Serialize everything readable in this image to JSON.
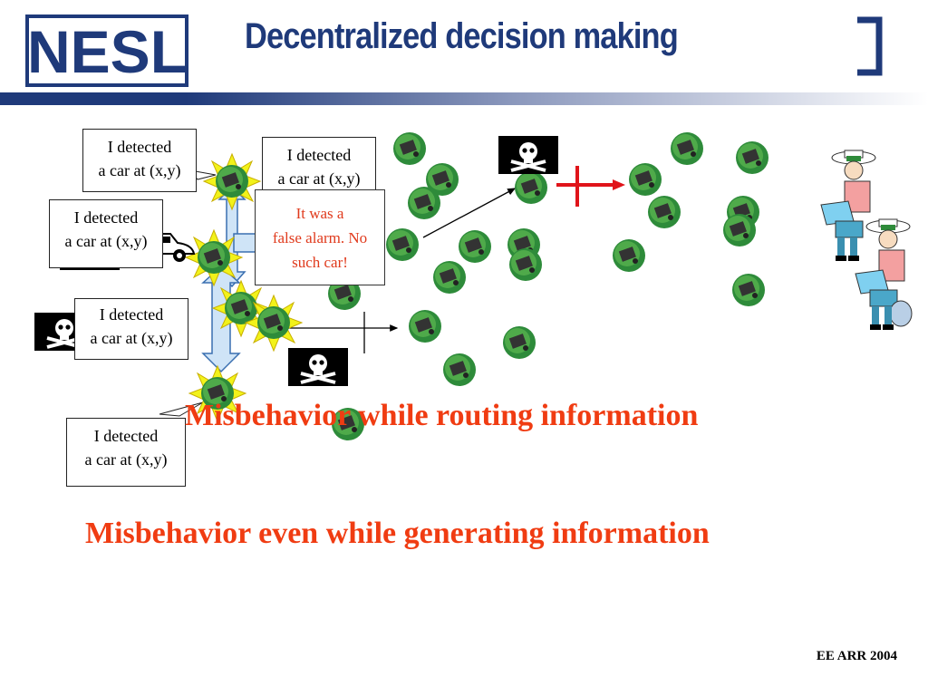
{
  "header": {
    "logo_text": "NESL",
    "title": "Decentralized decision making"
  },
  "callouts": [
    {
      "line1": "I detected",
      "line2": "a car at (x,y)"
    },
    {
      "line1": "I detected",
      "line2": "a car at (x,y)"
    },
    {
      "line1": "I detected",
      "line2": "a car at (x,y)"
    },
    {
      "line1": "I detected",
      "line2": "a car at (x,y)"
    },
    {
      "line1": "I detected",
      "line2": "a car at (x,y)"
    },
    {
      "line1": "It was a",
      "line2": "false alarm. No",
      "line3": "such car!"
    }
  ],
  "headlines": {
    "routing": "Misbehavior while routing information",
    "generating": "Misbehavior even while generating information"
  },
  "footer": {
    "text": "EE ARR 2004"
  },
  "colors": {
    "title_blue": "#1f3a7a",
    "headline_red": "#f03c12",
    "node_green": "#2e8b3a",
    "starburst_yellow": "#f2f21a",
    "arrow_blue": "#cfe4f7"
  }
}
